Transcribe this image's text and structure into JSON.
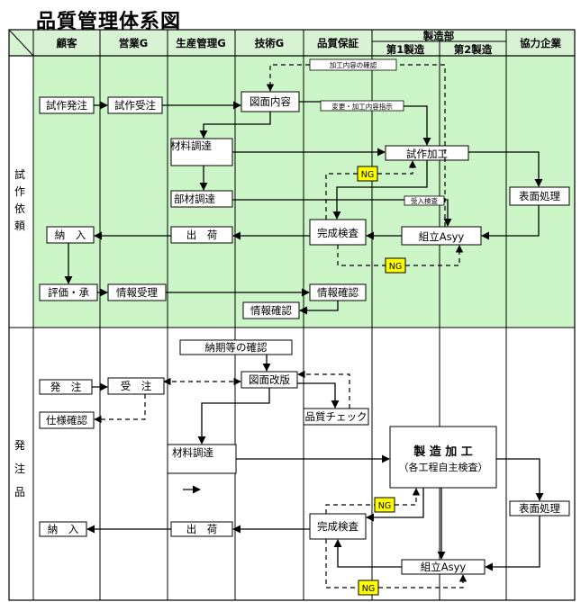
{
  "title": "品質管理体系図",
  "header": {
    "columns": [
      "顧客",
      "営業G",
      "生産管理G",
      "技術G",
      "品質保証",
      "製造部",
      "協力企業"
    ],
    "sub_columns": [
      "第1製造",
      "第2製造"
    ]
  },
  "rows": {
    "trial": "試作依頼",
    "order": "発注品"
  },
  "trial_boxes": {
    "trial_order": "試作発注",
    "trial_receive": "試作受注",
    "drawing_content": "図面内容",
    "material_procure": "材料調達",
    "parts_procure": "部材調達",
    "trial_process": "試作加工",
    "surface_treat": "表面処理",
    "delivery": "納　入",
    "shipping": "出　荷",
    "final_inspect": "完成検査",
    "assembly": "組立Asyy",
    "evaluation": "評価・承",
    "info_receive": "情報受理",
    "info_confirm": "情報確認",
    "info_confirm2": "情報確認"
  },
  "trial_labels": {
    "content_confirm": "加工内容の確認",
    "change_instruct": "変更・加工内容指示",
    "receive_inspect": "受入検査",
    "ng1": "NG",
    "ng2": "NG"
  },
  "order_boxes": {
    "deadline_confirm": "納期等の確認",
    "order": "発　注",
    "receive": "受　注",
    "drawing_revision": "図面改版",
    "spec_confirm": "仕様確認",
    "quality_check": "品質チェック",
    "material_procure": "材料調達",
    "manufacture": "製 造 加 工",
    "manufacture_sub": "（各工程自主検査）",
    "surface_treat": "表面処理",
    "delivery": "納　入",
    "shipping": "出　荷",
    "final_inspect": "完成検査",
    "assembly": "組立Asyy",
    "ng1": "NG",
    "ng2": "NG"
  }
}
